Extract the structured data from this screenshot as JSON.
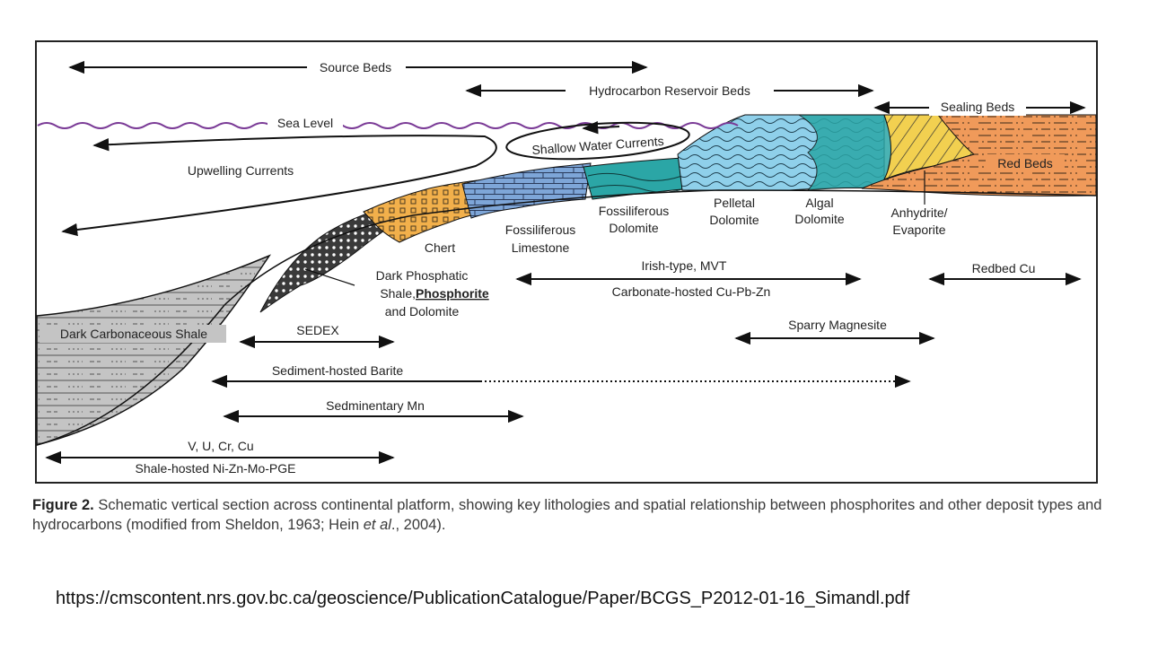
{
  "labels": {
    "source_beds": "Source Beds",
    "hydrocarbon_reservoir_beds": "Hydrocarbon Reservoir Beds",
    "sealing_beds": "Sealing Beds",
    "sea_level": "Sea Level",
    "shallow_water_currents": "Shallow Water Currents",
    "upwelling_currents": "Upwelling Currents",
    "red_beds": "Red Beds",
    "chert": "Chert",
    "fossiliferous_limestone_1": "Fossiliferous",
    "fossiliferous_limestone_2": "Limestone",
    "fossiliferous_dolomite_1": "Fossiliferous",
    "fossiliferous_dolomite_2": "Dolomite",
    "pelletal_dolomite_1": "Pelletal",
    "pelletal_dolomite_2": "Dolomite",
    "algal_dolomite_1": "Algal",
    "algal_dolomite_2": "Dolomite",
    "anhydrite_1": "Anhydrite/",
    "anhydrite_2": "Evaporite",
    "dark_phosphatic_1": "Dark Phosphatic",
    "dark_phosphatic_2a": "Shale,",
    "dark_phosphatic_2b": "Phosphorite",
    "dark_phosphatic_3": "and Dolomite",
    "dark_carbonaceous_shale": "Dark Carbonaceous Shale",
    "irish_type": "Irish-type, MVT",
    "carbonate_hosted": "Carbonate-hosted Cu-Pb-Zn",
    "redbed_cu": "Redbed Cu",
    "sedex": "SEDEX",
    "sparry_magnesite": "Sparry Magnesite",
    "sediment_hosted_barite": "Sediment-hosted Barite",
    "sedimentary_mn": "Sedminentary Mn",
    "v_u_cr_cu": "V, U, Cr, Cu",
    "shale_hosted": "Shale-hosted Ni-Zn-Mo-PGE"
  },
  "caption": {
    "figure_label": "Figure 2.",
    "text_1": "Schematic vertical section across continental platform, showing key lithologies and spatial relationship between phosphorites and other deposit types and hydrocarbons (modified from Sheldon, 1963; Hein ",
    "et_al": "et al",
    "text_2": "., 2004)."
  },
  "source_url": "https://cmscontent.nrs.gov.bc.ca/geoscience/PublicationCatalogue/Paper/BCGS_P2012-01-16_Simandl.pdf",
  "colors": {
    "shale": "#c4c4c4",
    "phosphorite": "#3a3a3a",
    "chert": "#f2b04b",
    "limestone": "#7ea6d8",
    "fossiliferous_dolomite": "#2ba6a6",
    "pelletal_dolomite": "#8fd0ea",
    "anhydrite": "#f2d050",
    "red_beds": "#f09a5a",
    "sea_level": "#7a3a96"
  }
}
